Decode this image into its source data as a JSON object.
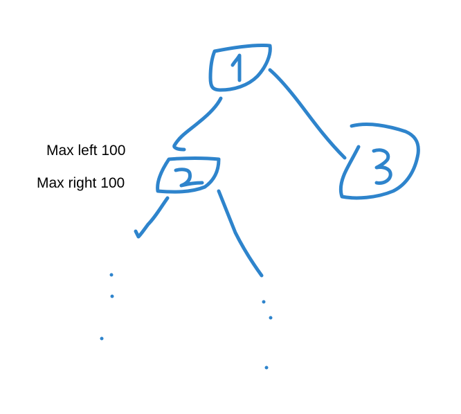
{
  "annotations": {
    "max_left": "Max left 100",
    "max_right": "Max right 100"
  },
  "nodes": [
    {
      "id": "node-1",
      "label": "1"
    },
    {
      "id": "node-2",
      "label": "2"
    },
    {
      "id": "node-3",
      "label": "3"
    }
  ],
  "colors": {
    "ink": "#2e84cc",
    "text": "#000000",
    "background": "#ffffff"
  }
}
